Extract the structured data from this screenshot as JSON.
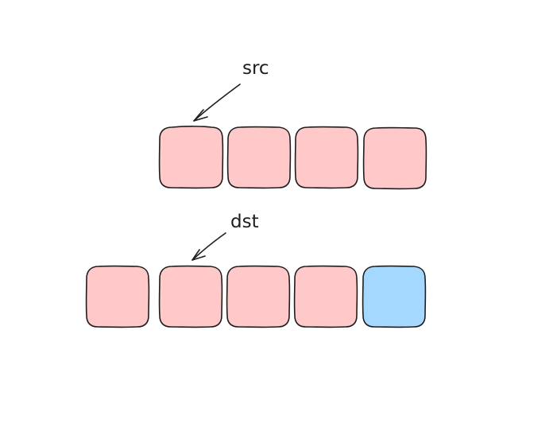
{
  "labels": {
    "src": "src",
    "dst": "dst"
  },
  "colors": {
    "default_cell_fill": "#ffc9c9",
    "new_cell_fill": "#a5d8ff",
    "stroke": "#1e1e1e",
    "background": "#ffffff"
  },
  "src_array": {
    "cell_count": 4,
    "pointer_label": "src",
    "pointer_index": 0
  },
  "dst_array": {
    "cell_count": 5,
    "pointer_label": "dst",
    "pointer_index": 1,
    "highlighted_index": 4
  }
}
